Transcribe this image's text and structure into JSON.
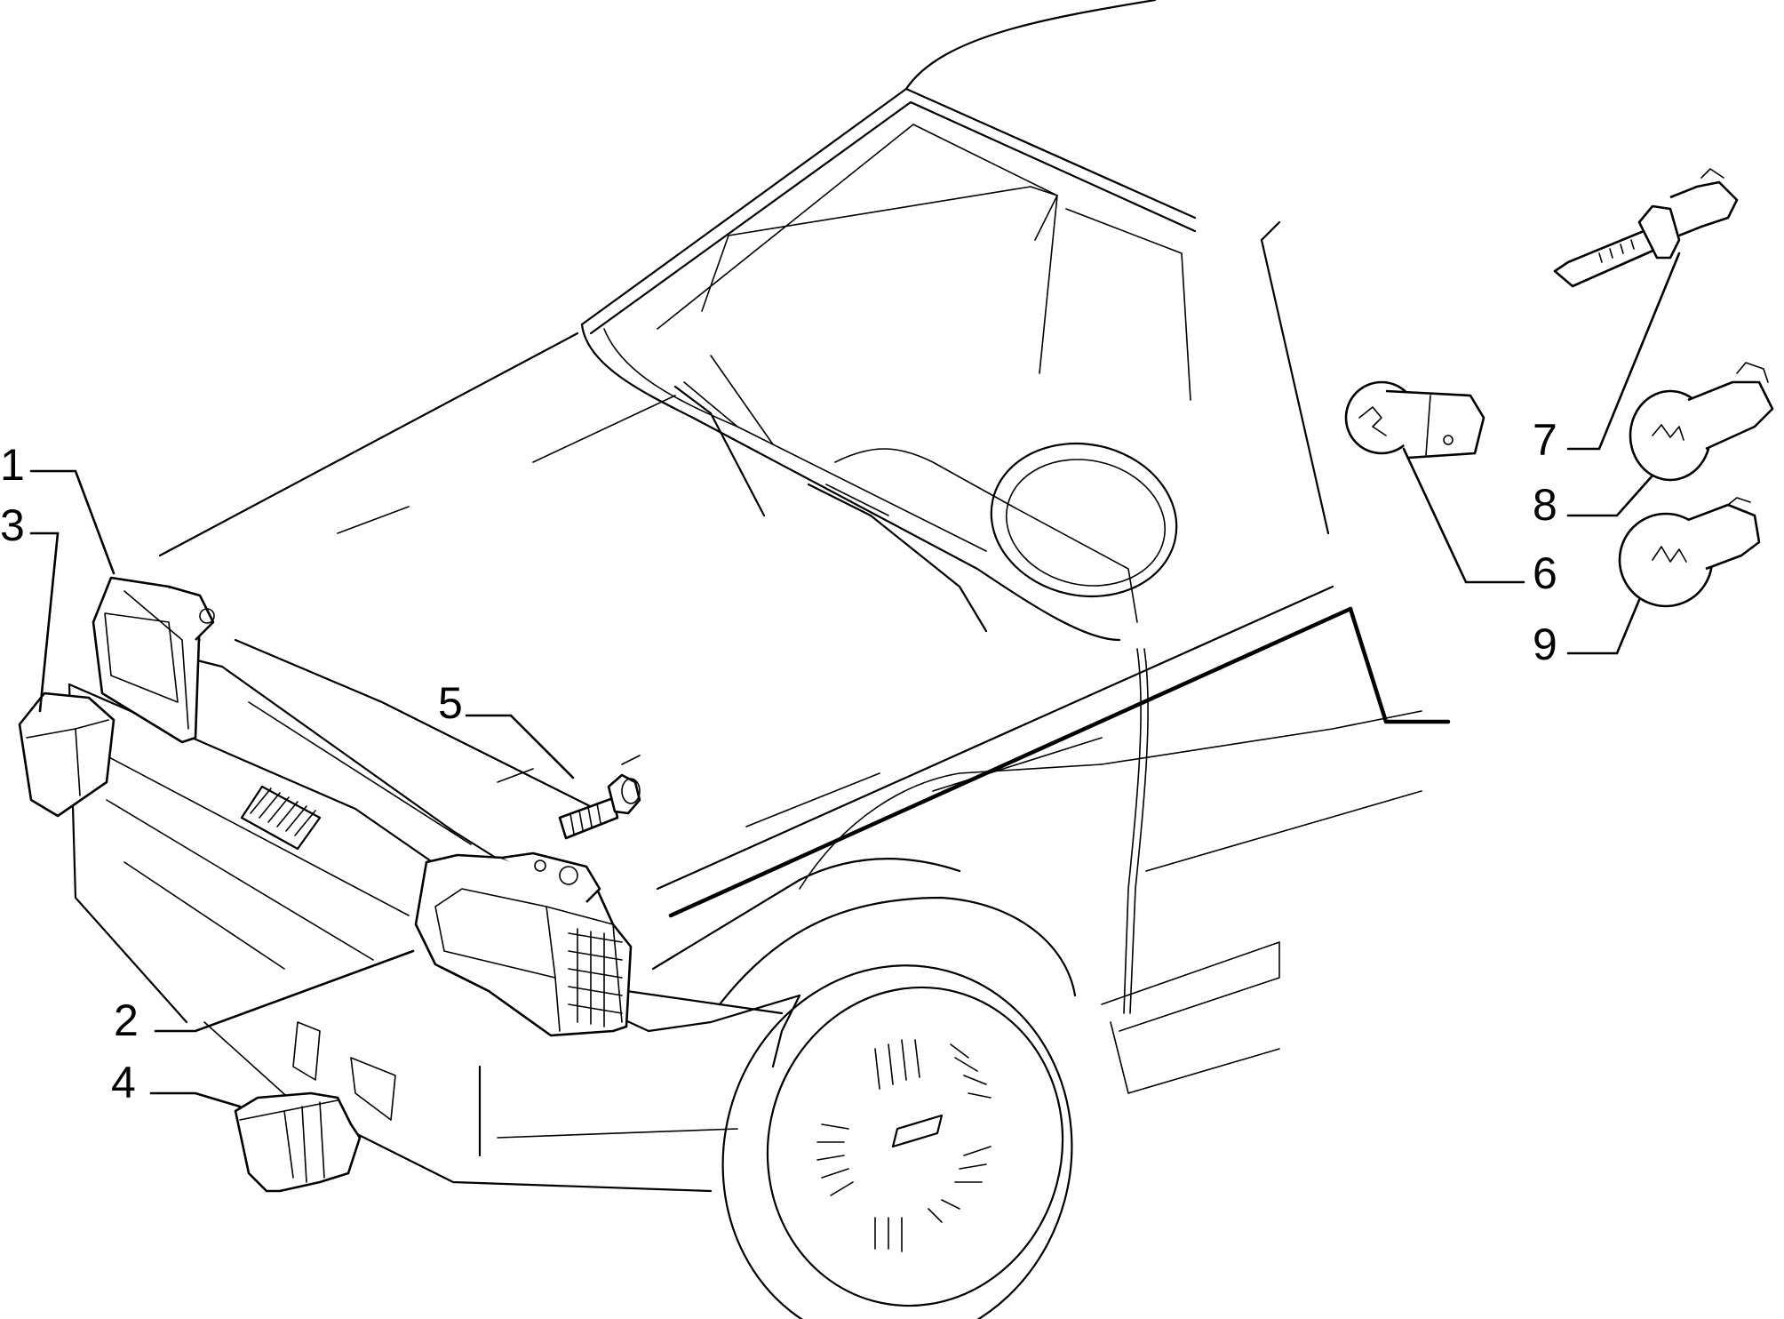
{
  "diagram": {
    "callouts": {
      "c1": "1",
      "c2": "2",
      "c3": "3",
      "c4": "4",
      "c5": "5",
      "c6": "6",
      "c7": "7",
      "c8": "8",
      "c9": "9"
    },
    "colors": {
      "line": "#000000",
      "background": "#ffffff"
    }
  }
}
